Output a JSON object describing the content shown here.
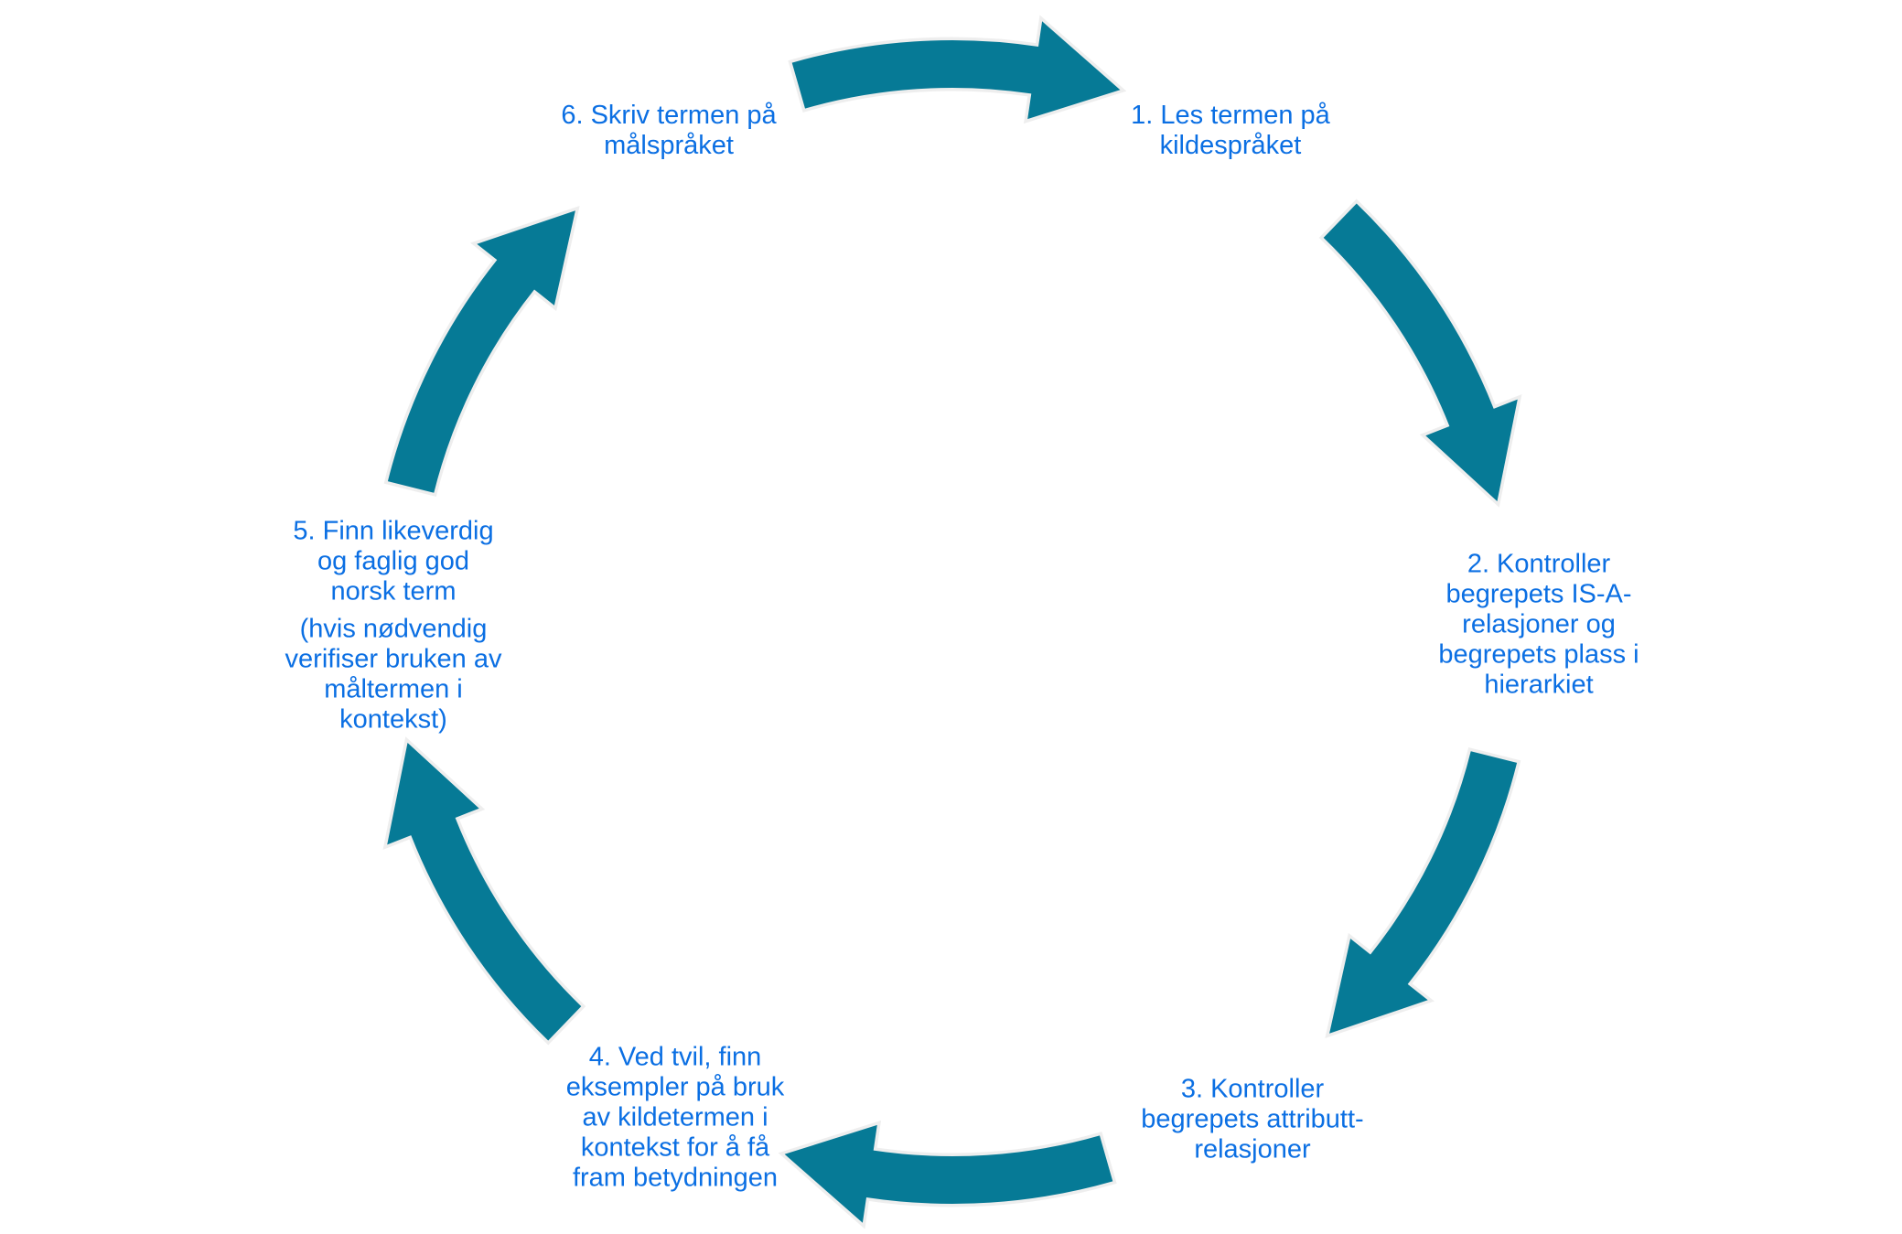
{
  "diagram": {
    "type": "cycle",
    "direction": "clockwise",
    "colors": {
      "arrow_fill": "#067a96",
      "arrow_outline": "#eeeeee",
      "text": "#0b6fe3",
      "background": "#ffffff"
    },
    "steps": [
      {
        "id": 1,
        "lines": [
          "1. Les termen på",
          "kildespråket"
        ]
      },
      {
        "id": 2,
        "lines": [
          "2. Kontroller",
          "begrepets IS-A-",
          "relasjoner og",
          "begrepets plass i",
          "hierarkiet"
        ]
      },
      {
        "id": 3,
        "lines": [
          "3. Kontroller",
          "begrepets attributt-",
          "relasjoner"
        ]
      },
      {
        "id": 4,
        "lines": [
          "4. Ved tvil, finn",
          "eksempler på bruk",
          "av kildetermen i",
          "kontekst for å få",
          "fram betydningen"
        ]
      },
      {
        "id": 5,
        "lines": [
          "5. Finn likeverdig",
          "og faglig god",
          "norsk term"
        ],
        "note_lines": [
          "(hvis nødvendig",
          "verifiser bruken av",
          "måltermen i",
          "kontekst)"
        ]
      },
      {
        "id": 6,
        "lines": [
          "6. Skriv termen på",
          "målspråket"
        ]
      }
    ],
    "arrows": [
      {
        "from": 6,
        "to": 1
      },
      {
        "from": 1,
        "to": 2
      },
      {
        "from": 2,
        "to": 3
      },
      {
        "from": 3,
        "to": 4
      },
      {
        "from": 4,
        "to": 5
      },
      {
        "from": 5,
        "to": 6
      }
    ]
  }
}
